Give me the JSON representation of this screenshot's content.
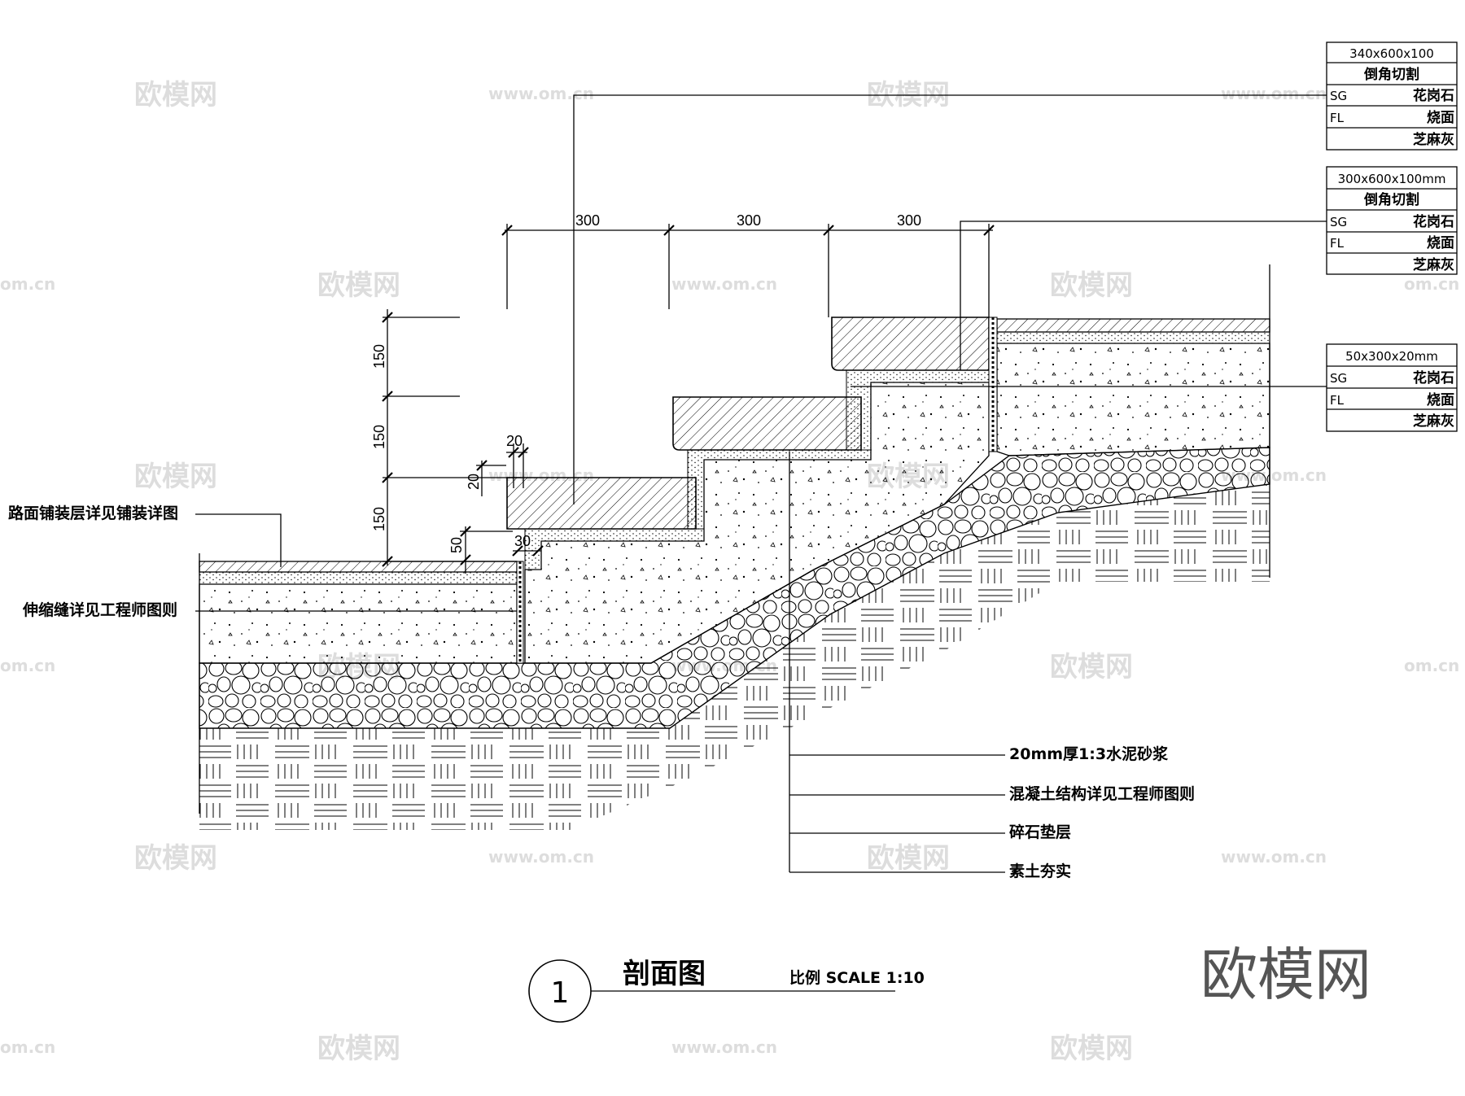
{
  "dimensions": {
    "tread_1": "300",
    "tread_2": "300",
    "tread_3": "300",
    "rise_1": "150",
    "rise_2": "150",
    "rise_3": "150",
    "offset_20a": "20",
    "offset_20b": "20",
    "offset_50": "50",
    "offset_30": "30"
  },
  "spec_tables": [
    {
      "size": "340x600x100",
      "cut": "倒角切割",
      "rows": [
        {
          "code": "SG",
          "value": "花岗石"
        },
        {
          "code": "FL",
          "value": "烧面"
        },
        {
          "code": "",
          "value": "芝麻灰"
        }
      ]
    },
    {
      "size": "300x600x100mm",
      "cut": "倒角切割",
      "rows": [
        {
          "code": "SG",
          "value": "花岗石"
        },
        {
          "code": "FL",
          "value": "烧面"
        },
        {
          "code": "",
          "value": "芝麻灰"
        }
      ]
    },
    {
      "size": "50x300x20mm",
      "cut": "",
      "rows": [
        {
          "code": "SG",
          "value": "花岗石"
        },
        {
          "code": "FL",
          "value": "烧面"
        },
        {
          "code": "",
          "value": "芝麻灰"
        }
      ]
    }
  ],
  "left_callouts": {
    "paving": "路面铺装层详见铺装详图",
    "joint": "伸缩缝详见工程师图则"
  },
  "bottom_callouts": [
    "20mm厚1:3水泥砂浆",
    "混凝土结构详见工程师图则",
    "碎石垫层",
    "素土夯实"
  ],
  "title_block": {
    "number": "1",
    "title": "剖面图",
    "scale": "比例 SCALE 1:10"
  },
  "watermark": {
    "logo": "欧模网",
    "url": "www.om.cn",
    "url_short": "om.cn"
  }
}
